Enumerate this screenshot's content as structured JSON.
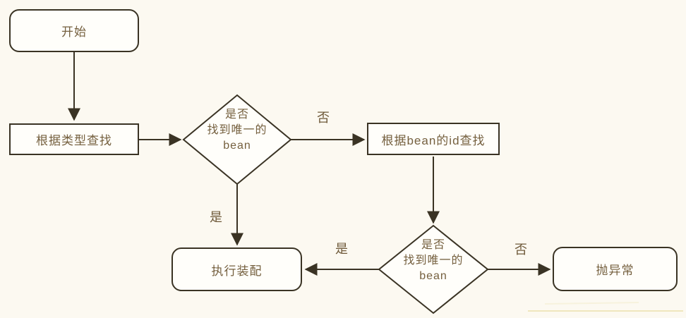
{
  "flowchart": {
    "description": "flowchart of bean autowiring lookup logic",
    "nodes": {
      "start": {
        "label": "开始",
        "shape": "rounded-rect"
      },
      "find_by_type": {
        "label": "根据类型查找",
        "shape": "rect"
      },
      "decision_type": {
        "label": "是否\n找到唯一的\nbean",
        "shape": "diamond"
      },
      "find_by_id": {
        "label": "根据bean的id查找",
        "shape": "rect"
      },
      "decision_id": {
        "label": "是否\n找到唯一的\nbean",
        "shape": "diamond"
      },
      "execute_assembly": {
        "label": "执行装配",
        "shape": "rounded-rect"
      },
      "throw_exception": {
        "label": "抛异常",
        "shape": "rounded-rect"
      }
    },
    "edges": {
      "start_to_find_by_type": {
        "label": ""
      },
      "find_by_type_to_decision_type": {
        "label": ""
      },
      "decision_type_to_find_by_id": {
        "label": "否"
      },
      "decision_type_to_execute_assembly": {
        "label": "是"
      },
      "find_by_id_to_decision_id": {
        "label": ""
      },
      "decision_id_to_execute_assembly": {
        "label": "是"
      },
      "decision_id_to_throw_exception": {
        "label": "否"
      }
    },
    "colors": {
      "background": "#fcf9f1",
      "node_fill": "#fffefa",
      "stroke": "#3a3324",
      "text": "#75603f",
      "faint_underline": "#efe6bd"
    }
  }
}
